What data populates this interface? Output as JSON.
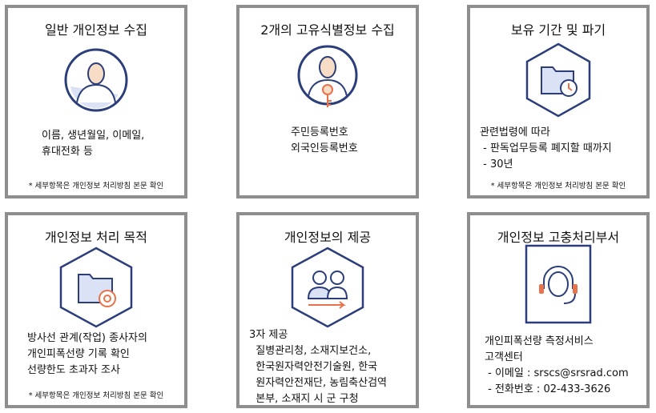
{
  "cards": [
    {
      "title": "일반 개인정보 수집",
      "icon": "person-circle-icon",
      "lines": [
        "이름, 생년월일, 이메일,",
        "휴대전화 등"
      ],
      "note": "* 세부항목은 개인정보 처리방침 본문 확인"
    },
    {
      "title": "2개의 고유식별정보 수집",
      "icon": "person-key-icon",
      "lines": [
        "주민등록번호",
        "외국인등록번호"
      ]
    },
    {
      "title": "보유 기간 및 파기",
      "icon": "folder-clock-icon",
      "lines": [
        "관련법령에 따라",
        " - 판독업무등록 폐지할 때까지",
        " - 30년"
      ],
      "note": "* 세부항목은 개인정보 처리방침 본문 확인"
    },
    {
      "title": "개인정보 처리 목적",
      "icon": "folder-target-icon",
      "lines": [
        "방사선 관계(작업) 종사자의",
        "개인피폭선량 기록 확인",
        "선량한도 초과자 조사"
      ],
      "note": "* 세부항목은 개인정보 처리방침 본문 확인"
    },
    {
      "title": "개인정보의 제공",
      "icon": "people-share-icon",
      "lines": [
        "3자 제공",
        "  질병관리청, 소재지보건소,",
        "  한국원자력안전기술원, 한국",
        "  원자력안전재단, 농림축산검역",
        "  본부, 소재지 시 군 구청"
      ]
    },
    {
      "title": "개인정보 고충처리부서",
      "icon": "headset-icon",
      "lines": [
        "개인피폭선량 측정서비스",
        "고객센터",
        " - 이메일 : srscs@srsrad.com",
        " - 전화번호 : 02-433-3626"
      ]
    }
  ],
  "colors": {
    "icon": "#2c3e7a",
    "accent": "#e8734a",
    "border": "#8e8e8e"
  }
}
